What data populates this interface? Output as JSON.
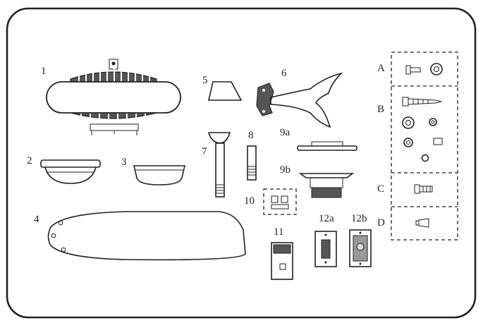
{
  "labels": {
    "p1": "1",
    "p2": "2",
    "p3": "3",
    "p4": "4",
    "p5": "5",
    "p6": "6",
    "p7": "7",
    "p8": "8",
    "p9a": "9a",
    "p9b": "9b",
    "p10": "10",
    "p11": "11",
    "p12a": "12a",
    "p12b": "12b",
    "hA": "A",
    "hB": "B",
    "hC": "C",
    "hD": "D"
  }
}
